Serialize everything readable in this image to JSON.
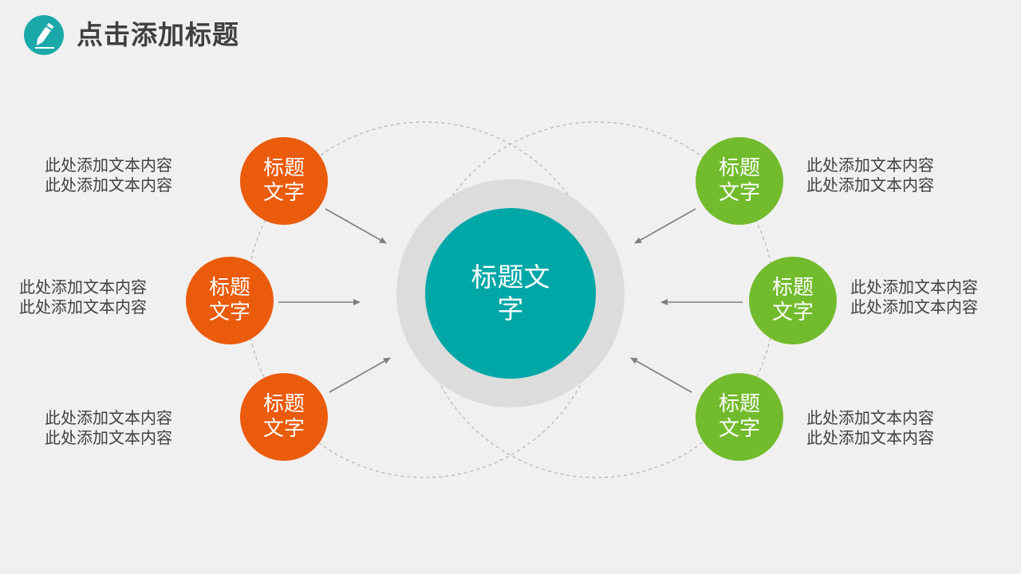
{
  "header": {
    "title": "点击添加标题",
    "icon": "pencil-icon"
  },
  "colors": {
    "orange": "#ea5b0c",
    "green": "#72bb2c",
    "teal": "#00a7a7",
    "ring": "#dcdcdc",
    "background": "#f0f0f0"
  },
  "center": {
    "label": "标题文字"
  },
  "left_nodes": [
    {
      "label": "标题文字",
      "desc_line1": "此处添加文本内容",
      "desc_line2": "此处添加文本内容"
    },
    {
      "label": "标题文字",
      "desc_line1": "此处添加文本内容",
      "desc_line2": "此处添加文本内容"
    },
    {
      "label": "标题文字",
      "desc_line1": "此处添加文本内容",
      "desc_line2": "此处添加文本内容"
    }
  ],
  "right_nodes": [
    {
      "label": "标题文字",
      "desc_line1": "此处添加文本内容",
      "desc_line2": "此处添加文本内容"
    },
    {
      "label": "标题文字",
      "desc_line1": "此处添加文本内容",
      "desc_line2": "此处添加文本内容"
    },
    {
      "label": "标题文字",
      "desc_line1": "此处添加文本内容",
      "desc_line2": "此处添加文本内容"
    }
  ]
}
